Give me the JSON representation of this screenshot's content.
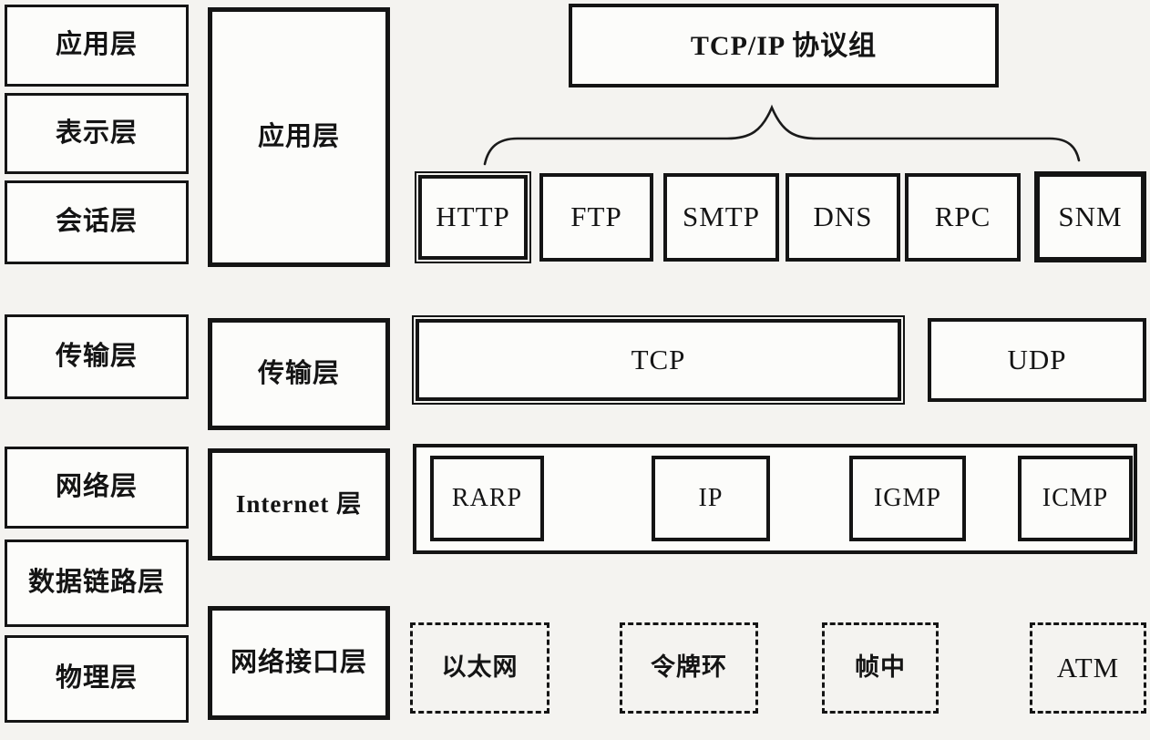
{
  "diagram_title": "TCP/IP protocol stack vs OSI model",
  "colors": {
    "ink": "#141414",
    "background": "#f4f3f0",
    "box_background": "#fcfcfa"
  },
  "osi_layers": [
    "应用层",
    "表示层",
    "会话层",
    "传输层",
    "网络层",
    "数据链路层",
    "物理层"
  ],
  "tcpip_layers": [
    "应用层",
    "传输层",
    "Internet 层",
    "网络接口层"
  ],
  "protocol_suite": {
    "title": "TCP/IP 协议组",
    "application_protocols": [
      "HTTP",
      "FTP",
      "SMTP",
      "DNS",
      "RPC",
      "SNM"
    ]
  },
  "transport_protocols": [
    "TCP",
    "UDP"
  ],
  "internet_protocols": [
    "RARP",
    "IP",
    "IGMP",
    "ICMP"
  ],
  "link_technologies": [
    "以太网",
    "令牌环",
    "帧中",
    "ATM"
  ]
}
